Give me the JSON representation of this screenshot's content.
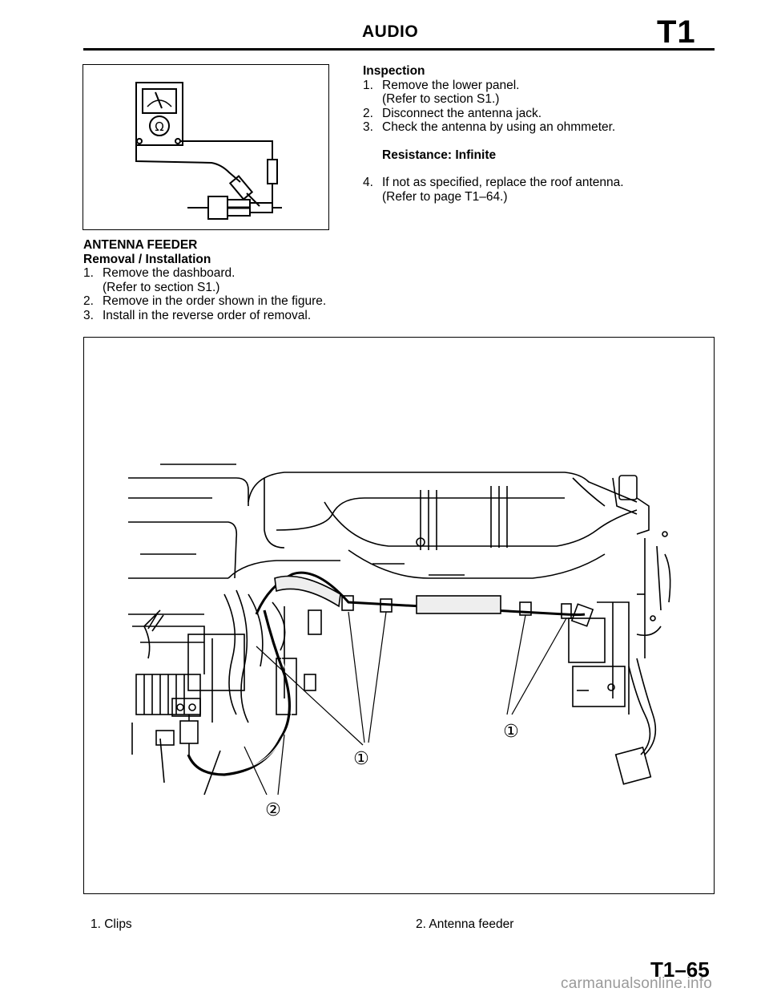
{
  "header": {
    "section_title": "AUDIO",
    "section_code": "T1"
  },
  "inspection": {
    "heading": "Inspection",
    "steps": [
      {
        "num": "1.",
        "text": "Remove the lower panel.",
        "sub": "(Refer to section S1.)"
      },
      {
        "num": "2.",
        "text": "Disconnect the antenna jack."
      },
      {
        "num": "3.",
        "text": "Check the antenna by using an ohmmeter."
      },
      {
        "num": "4.",
        "text": "If not as specified, replace the roof antenna.",
        "sub": "(Refer to page T1–64.)"
      }
    ],
    "spec": "Resistance: Infinite"
  },
  "antenna_feeder": {
    "title": "ANTENNA FEEDER",
    "subtitle": "Removal / Installation",
    "steps": [
      {
        "num": "1.",
        "text": "Remove the dashboard.",
        "sub": "(Refer to section S1.)"
      },
      {
        "num": "2.",
        "text": "Remove in the order shown in the figure."
      },
      {
        "num": "3.",
        "text": "Install in the reverse order of removal."
      }
    ]
  },
  "figure": {
    "callouts": {
      "clips": "①",
      "feeder": "②"
    },
    "ohm_symbol": "Ω"
  },
  "legend": [
    {
      "text": "1. Clips"
    },
    {
      "text": "2. Antenna feeder"
    }
  ],
  "page_number": "T1–65",
  "watermark": "carmanualsonline.info"
}
